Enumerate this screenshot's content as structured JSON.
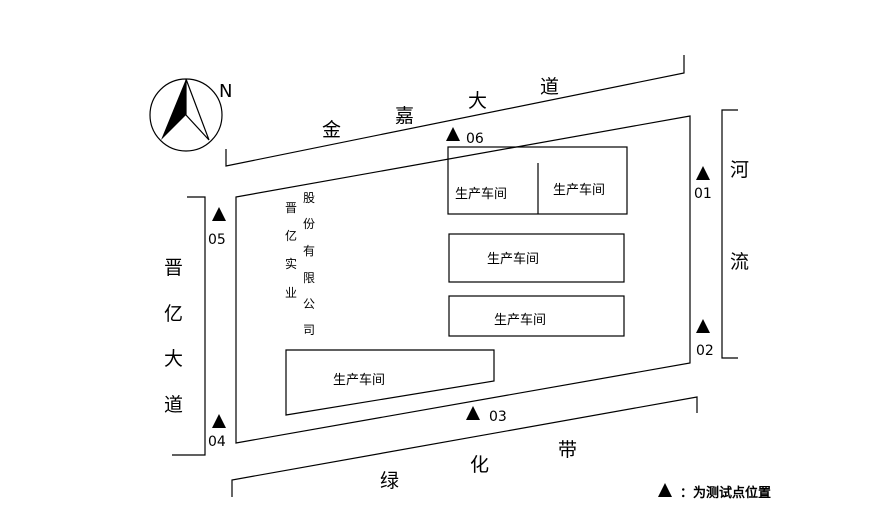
{
  "north_label": "N",
  "roads": {
    "top": [
      "金",
      "嘉",
      "大",
      "道"
    ],
    "left": [
      "晋",
      "亿",
      "大",
      "道"
    ],
    "bottom": [
      "绿",
      "化",
      "带"
    ],
    "right": [
      "河",
      "流"
    ]
  },
  "company": {
    "col1": [
      "晋",
      "亿",
      "实",
      "业"
    ],
    "col2": [
      "股",
      "份",
      "有",
      "限",
      "公",
      "司"
    ]
  },
  "workshops": [
    "生产车间",
    "生产车间",
    "生产车间",
    "生产车间",
    "生产车间"
  ],
  "points": [
    "01",
    "02",
    "03",
    "04",
    "05",
    "06"
  ],
  "legend": {
    "symbol": "▲",
    "text": "：为测试点位置"
  }
}
